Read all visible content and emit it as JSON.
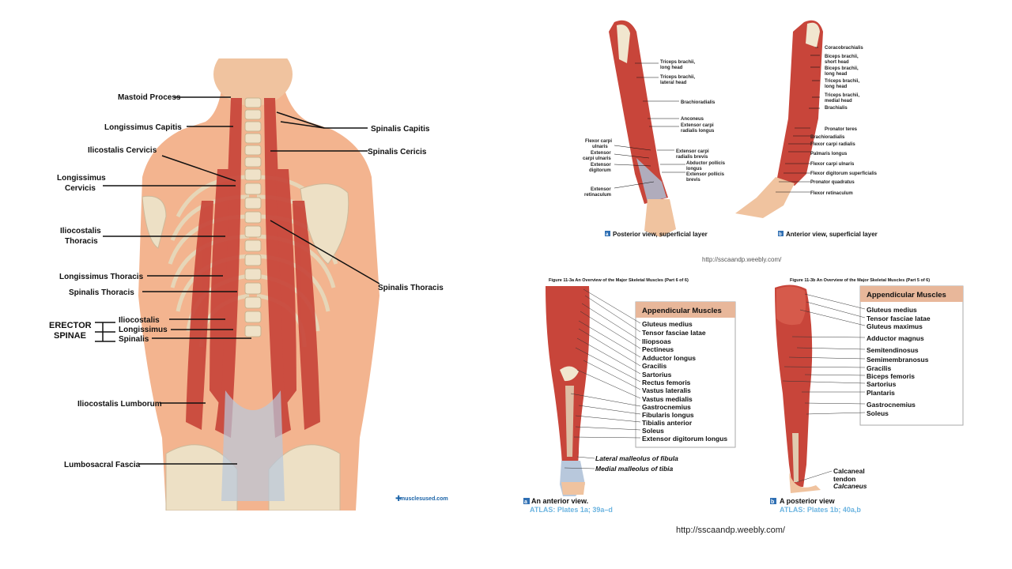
{
  "back_panel": {
    "left_labels": [
      "Mastoid Process",
      "Longissimus Capitis",
      "Ilicostalis Cervicis",
      "Longissimus",
      "Cervicis",
      "Iliocostalis",
      "Thoracis",
      "Longissimus Thoracis",
      "Spinalis Thoracis",
      "Iliocostalis",
      "Longissimus",
      "Spinalis",
      "Iliocostalis Lumborum",
      "Lumbosacral Fascia"
    ],
    "erector_spinae": [
      "ERECTOR",
      "SPINAE"
    ],
    "right_labels": [
      "Spinalis Capitis",
      "Spinalis Cericis",
      "Spinalis Thoracis"
    ],
    "logo_text": "musclesused.com"
  },
  "arm_panel": {
    "posterior_labels": [
      "Triceps brachii,",
      "long head",
      "Triceps brachii,",
      "lateral head",
      "Brachioradialis",
      "Anconeus",
      "Extensor carpi",
      "radialis longus",
      "Flexor carpi",
      "ulnaris",
      "Extensor",
      "carpi ulnaris",
      "Extensor",
      "digitorum",
      "Extensor carpi",
      "radialis brevis",
      "Abductor pollicis",
      "longus",
      "Extensor pollicis",
      "brevis",
      "Extensor",
      "retinaculum"
    ],
    "anterior_labels": [
      "Coracobrachialis",
      "Biceps brachii,",
      "short head",
      "Biceps brachii,",
      "long head",
      "Triceps brachii,",
      "long head",
      "Triceps brachii,",
      "medial head",
      "Brachialis",
      "Pronator teres",
      "Brachioradialis",
      "Flexor carpi radialis",
      "Palmaris longus",
      "Flexor carpi ulnaris",
      "Flexor digitorum superficialis",
      "Pronator quadratus",
      "Flexor retinaculum"
    ],
    "caption_a_letter": "a",
    "caption_a": "Posterior view, superficial layer",
    "caption_b_letter": "b",
    "caption_b": "Anterior view, superficial layer",
    "url": "http://sscaandp.weebly.com/"
  },
  "leg_anterior": {
    "figure_title": "Figure 11-3a  An Overview of the Major Skeletal Muscles (Part 6 of 6)",
    "box_title": "Appendicular Muscles",
    "muscles": [
      "Gluteus medius",
      "Tensor fasciae latae",
      "Iliopsoas",
      "Pectineus",
      "Adductor longus",
      "Gracilis",
      "Sartorius",
      "Rectus femoris",
      "Vastus lateralis",
      "Vastus medialis",
      "Gastrocnemius",
      "Fibularis longus",
      "Tibialis anterior",
      "Soleus",
      "Extensor digitorum longus"
    ],
    "lateral_malleolus": "Lateral malleolus of fibula",
    "medial_malleolus": "Medial malleolus of tibia",
    "caption_letter": "a",
    "caption": "An anterior view.",
    "atlas": "ATLAS: Plates 1a; 39a–d"
  },
  "leg_posterior": {
    "figure_title": "Figure 11-3b  An Overview of the Major Skeletal Muscles (Part 5 of 6)",
    "box_title": "Appendicular Muscles",
    "muscles": [
      "Gluteus medius",
      "Tensor fasciae latae",
      "Gluteus maximus",
      "Adductor magnus",
      "Semitendinosus",
      "Semimembranosus",
      "Gracilis",
      "Biceps femoris",
      "Sartorius",
      "Plantaris",
      "Gastrocnemius",
      "Soleus"
    ],
    "calcaneal": [
      "Calcaneal",
      "tendon"
    ],
    "calcaneus": "Calcaneus",
    "caption_letter": "b",
    "caption": "A posterior view",
    "atlas": "ATLAS: Plates 1b; 40a,b"
  },
  "footer_url": "http://sscaandp.weebly.com/",
  "colors": {
    "muscle": "#c8453a",
    "skin": "#f3b48f",
    "bone": "#f1e6cf",
    "box_header": "#e8b79a",
    "atlas": "#6cb4e0",
    "caption_square": "#2f6fb3"
  }
}
